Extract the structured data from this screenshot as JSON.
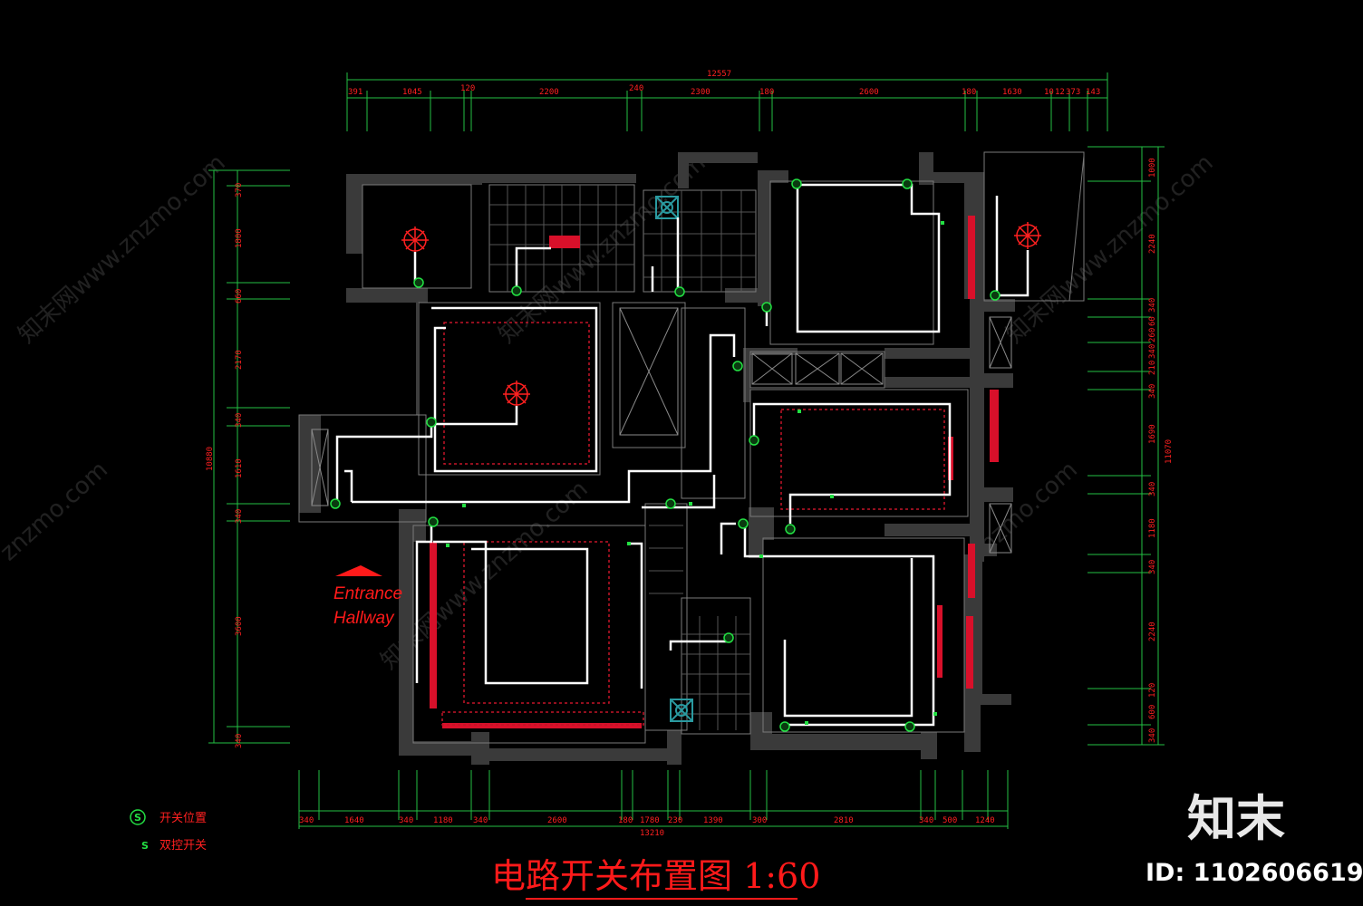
{
  "title": "电路开关布置图 1:60",
  "room_label": {
    "line1": "Entrance",
    "line2": "Hallway"
  },
  "legend": {
    "items": [
      {
        "symbol": "S",
        "symbol_style": "circled",
        "label": "开关位置"
      },
      {
        "symbol": "S",
        "symbol_style": "plain",
        "label": "双控开关"
      }
    ]
  },
  "dimensions": {
    "top_total": "12557",
    "top": [
      "391",
      "1045",
      "120",
      "2200",
      "240",
      "2300",
      "180",
      "2600",
      "180",
      "1630",
      "10",
      "12",
      "373",
      "143"
    ],
    "bottom_total": "13210",
    "bottom": [
      "340",
      "1640",
      "340",
      "1180",
      "340",
      "2600",
      "180",
      "1780",
      "230",
      "1390",
      "300",
      "2810",
      "340",
      "500",
      "1240"
    ],
    "left_total": "10880",
    "left": [
      "370",
      "1800",
      "660",
      "2170",
      "340",
      "1610",
      "340",
      "3600",
      "340"
    ],
    "right_total": "11070",
    "right": [
      "1000",
      "2240",
      "340",
      "60",
      "260",
      "340",
      "210",
      "340",
      "1690",
      "340",
      "1180",
      "340",
      "2240",
      "120",
      "600",
      "340"
    ]
  },
  "watermarks": [
    "知末网www.znzmo.com",
    "知末网www.znzmo.com",
    "知末网www.znzmo.com",
    "知末网www.znzmo.com",
    "znzmo.com",
    "znzmo.com"
  ],
  "brand": {
    "name": "知末",
    "id_text": "ID: 1102606619"
  },
  "colors": {
    "background": "#000000",
    "wall": "#3a3a3a",
    "dimension": "#ff2020",
    "wire": "#ffffff",
    "switch": "#23e043",
    "title": "#ff1a1a",
    "fixture_blue": "#2a9aa0"
  }
}
